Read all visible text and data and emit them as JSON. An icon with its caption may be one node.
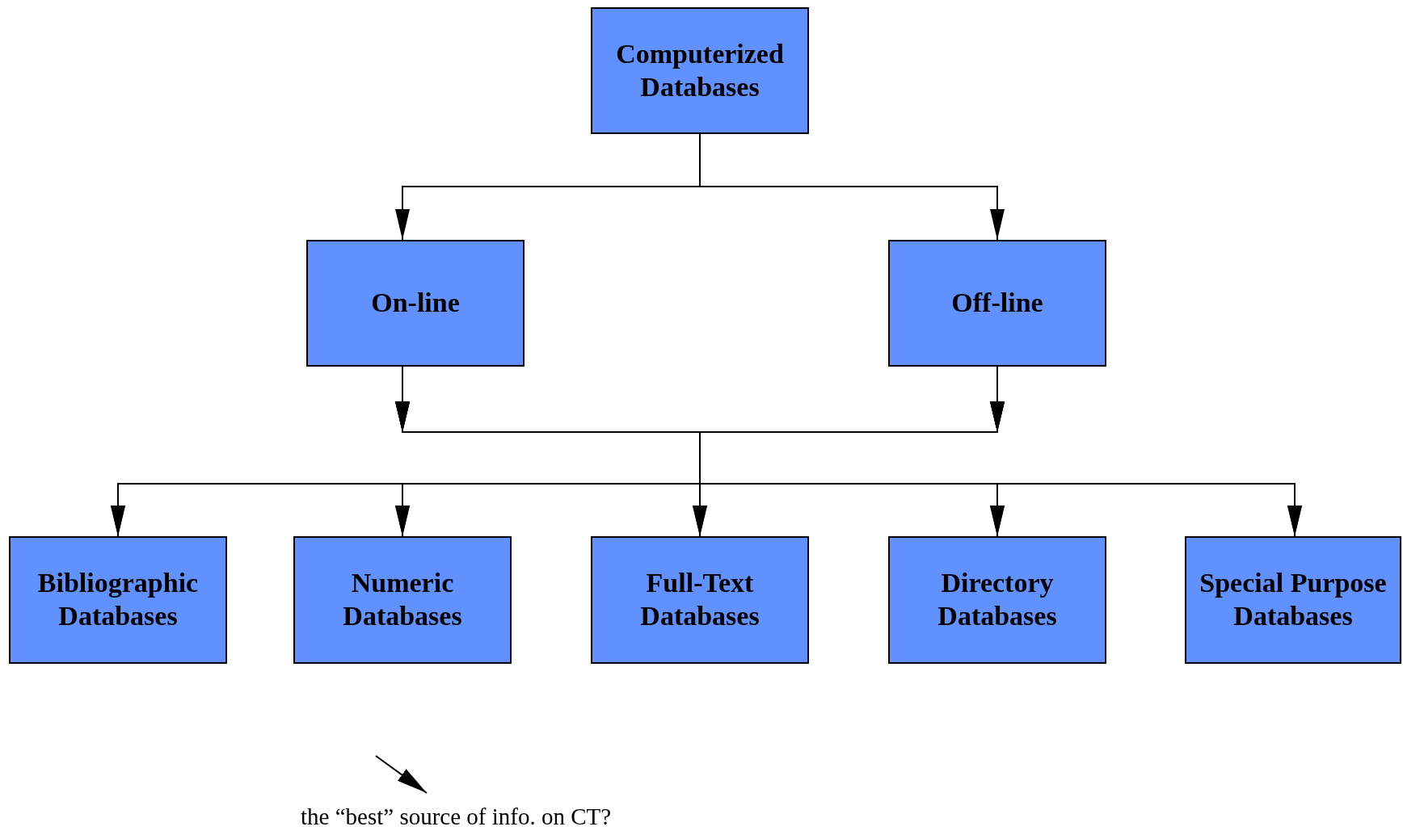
{
  "diagram": {
    "nodes": [
      {
        "text": [
          "Computerized Databases"
        ]
      },
      {
        "text": [
          "On-line"
        ]
      },
      {
        "text": [
          "Off-line"
        ]
      },
      {
        "text": [
          "Bibliographic Databases"
        ]
      },
      {
        "text": [
          "Numeric Databases"
        ]
      },
      {
        "text": [
          "Full-Text Databases"
        ]
      },
      {
        "text": [
          "Directory Databases"
        ]
      },
      {
        "text": [
          "Special Purpose Databases"
        ]
      },
      {
        "text": [
          "the “best” source of info. on CT?"
        ]
      }
    ],
    "edges": [
      {
        "from": 0,
        "to": 1,
        "arrow": "to"
      },
      {
        "from": 0,
        "to": 2,
        "arrow": "to"
      },
      {
        "from": 1,
        "to": 3,
        "arrow": "to"
      },
      {
        "from": 1,
        "to": 4,
        "arrow": "to"
      },
      {
        "from": 1,
        "to": 5,
        "arrow": "to"
      },
      {
        "from": 1,
        "to": 6,
        "arrow": "to"
      },
      {
        "from": 1,
        "to": 7,
        "arrow": "to"
      },
      {
        "from": 2,
        "to": 3,
        "arrow": "to"
      },
      {
        "from": 2,
        "to": 4,
        "arrow": "to"
      },
      {
        "from": 2,
        "to": 5,
        "arrow": "to"
      },
      {
        "from": 2,
        "to": 6,
        "arrow": "to"
      },
      {
        "from": 2,
        "to": 7,
        "arrow": "to"
      },
      {
        "from": null,
        "to": 8,
        "arrow": "to"
      }
    ]
  }
}
